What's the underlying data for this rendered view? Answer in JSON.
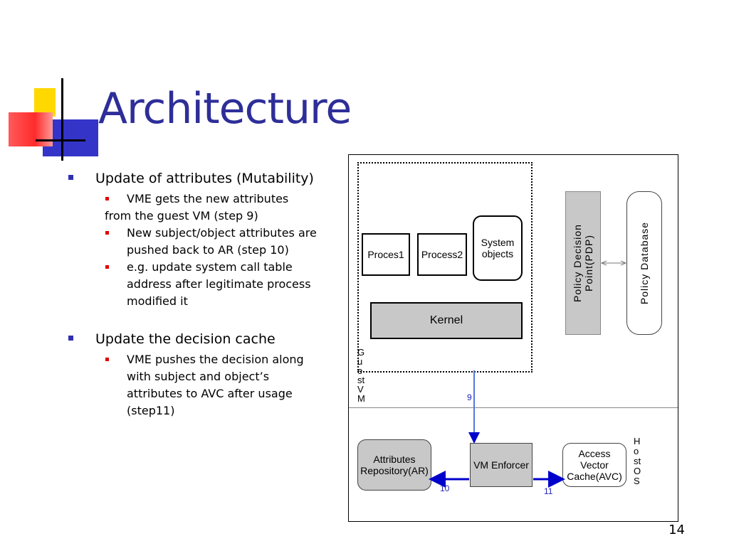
{
  "title": "Architecture",
  "bullets": [
    {
      "text": " Update of attributes (Mutability)",
      "sub": [
        {
          "text": "VME gets the new attributes",
          "cont": "from the guest VM (step 9)"
        },
        {
          "text": " New subject/object attributes are pushed back to AR (step 10)"
        },
        {
          "text": "   e.g. update system call table address after legitimate process modified it"
        }
      ]
    },
    {
      "text": "Update the decision cache",
      "sub": [
        {
          "text": "VME pushes the decision along with subject and object’s attributes to AVC after usage (step11)"
        }
      ]
    }
  ],
  "page_number": "14",
  "diagram": {
    "proces1": "Proces1",
    "process2": "Process2",
    "system_objects": "System objects",
    "kernel": "Kernel",
    "pdp": "Policy Decision Point(PDP)",
    "policy_db": "Policy Database",
    "guest_vm_label": "Guest VM",
    "host_label": "Host OS",
    "ar": "Attributes Repository(AR)",
    "vm_enforcer": "VM Enforcer",
    "avc": "Access Vector Cache(AVC)",
    "step9": "9",
    "step10": "10",
    "step11": "11"
  },
  "colors": {
    "title": "#2e2e99",
    "bullet_l1": "#2f2fb3",
    "bullet_l2": "#e00000",
    "box_gray": "#c8c8c8",
    "arrow_blue": "#0000cc",
    "step_label": "#2323bb"
  }
}
